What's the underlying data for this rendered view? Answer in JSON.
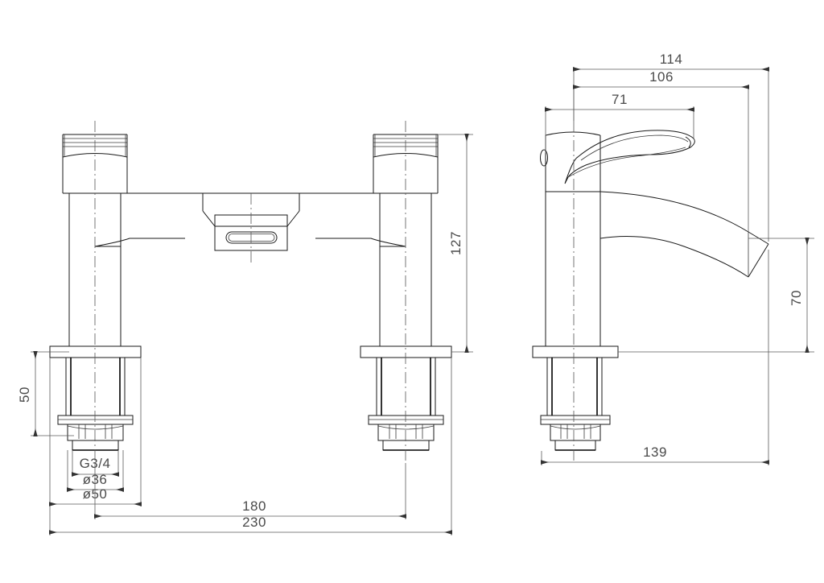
{
  "drawing": {
    "type": "technical-engineering-drawing",
    "subject": "bath filler mixer tap — two-hole deck mounted",
    "background_color": "#ffffff",
    "line_color": "#1a1a1a",
    "dimension_line_color": "#5a5a5a",
    "dimension_text_color": "#4a4a4a",
    "units": "mm",
    "views": [
      {
        "name": "front-elevation",
        "label": ""
      },
      {
        "name": "side-elevation",
        "label": ""
      }
    ]
  },
  "dimensions": {
    "front_view": {
      "overall_height": "127",
      "shank_length": "50",
      "thread_size": "G3/4",
      "shank_diameter": "ø36",
      "base_diameter": "ø50",
      "centre_to_centre": "180",
      "overall_width": "230"
    },
    "side_view": {
      "spout_reach_total": "114",
      "spout_reach_outlet": "106",
      "handle_reach": "71",
      "spout_height": "70",
      "base_depth": "139"
    }
  },
  "labels": [
    {
      "id": "dim-114",
      "text": "114"
    },
    {
      "id": "dim-106",
      "text": "106"
    },
    {
      "id": "dim-71",
      "text": "71"
    },
    {
      "id": "dim-127",
      "text": "127"
    },
    {
      "id": "dim-70",
      "text": "70"
    },
    {
      "id": "dim-139",
      "text": "139"
    },
    {
      "id": "dim-50",
      "text": "50"
    },
    {
      "id": "dim-g34",
      "text": "G3/4"
    },
    {
      "id": "dim-d36",
      "text": "ø36"
    },
    {
      "id": "dim-d50",
      "text": "ø50"
    },
    {
      "id": "dim-180",
      "text": "180"
    },
    {
      "id": "dim-230",
      "text": "230"
    }
  ]
}
